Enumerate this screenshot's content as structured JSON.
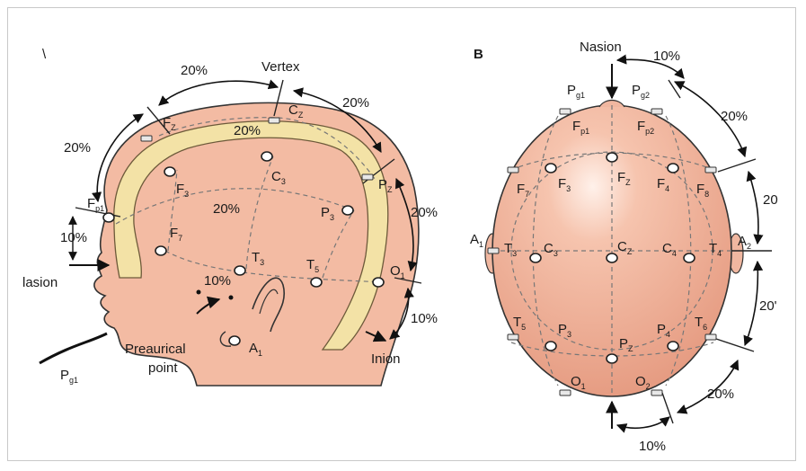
{
  "figure": {
    "panel_a_label": "\\",
    "panel_b_label": "B"
  },
  "side_view": {
    "landmarks": {
      "vertex": "Vertex",
      "nasion_partial": "lasion",
      "inion": "Inion",
      "preauricular_line1": "Preaurical",
      "preauricular_line2": "point"
    },
    "percentages": {
      "top": "20%",
      "upper_left": "20%",
      "upper_right": "20%",
      "right_mid": "20%",
      "inner_top": "20%",
      "inner_mid": "20%",
      "left_low": "10%",
      "ear": "10%",
      "right_low": "10%"
    },
    "electrodes": [
      {
        "id": "fz",
        "main": "F",
        "sub": "Z"
      },
      {
        "id": "cz",
        "main": "C",
        "sub": "Z"
      },
      {
        "id": "pz",
        "main": "P",
        "sub": "Z"
      },
      {
        "id": "fp1",
        "main": "F",
        "sub": "p1"
      },
      {
        "id": "f3",
        "main": "F",
        "sub": "3"
      },
      {
        "id": "c3",
        "main": "C",
        "sub": "3"
      },
      {
        "id": "p3",
        "main": "P",
        "sub": "3"
      },
      {
        "id": "f7",
        "main": "F",
        "sub": "7"
      },
      {
        "id": "t3",
        "main": "T",
        "sub": "3"
      },
      {
        "id": "t5",
        "main": "T",
        "sub": "5"
      },
      {
        "id": "o1",
        "main": "O",
        "sub": "1"
      },
      {
        "id": "a1",
        "main": "A",
        "sub": "1"
      },
      {
        "id": "pg1",
        "main": "P",
        "sub": "g1"
      }
    ]
  },
  "top_view": {
    "landmarks": {
      "nasion_partial": "Nasion"
    },
    "percentages": {
      "top": "10%",
      "upper_right": "20%",
      "right_mid": "20",
      "right_low": "20'",
      "bottom_right": "20%",
      "bottom": "10%"
    },
    "electrodes": [
      {
        "id": "pg1",
        "main": "P",
        "sub": "g1"
      },
      {
        "id": "pg2",
        "main": "P",
        "sub": "g2"
      },
      {
        "id": "fp1",
        "main": "F",
        "sub": "p1"
      },
      {
        "id": "fp2",
        "main": "F",
        "sub": "p2"
      },
      {
        "id": "f7",
        "main": "F",
        "sub": "7"
      },
      {
        "id": "f3",
        "main": "F",
        "sub": "3"
      },
      {
        "id": "fz",
        "main": "F",
        "sub": "Z"
      },
      {
        "id": "f4",
        "main": "F",
        "sub": "4"
      },
      {
        "id": "f8",
        "main": "F",
        "sub": "8"
      },
      {
        "id": "a1",
        "main": "A",
        "sub": "1"
      },
      {
        "id": "t3",
        "main": "T",
        "sub": "3"
      },
      {
        "id": "c3",
        "main": "C",
        "sub": "3"
      },
      {
        "id": "cz",
        "main": "C",
        "sub": "Z"
      },
      {
        "id": "c4",
        "main": "C",
        "sub": "4"
      },
      {
        "id": "t4",
        "main": "T",
        "sub": "4"
      },
      {
        "id": "a2",
        "main": "A",
        "sub": "2"
      },
      {
        "id": "t5",
        "main": "T",
        "sub": "5"
      },
      {
        "id": "p3",
        "main": "P",
        "sub": "3"
      },
      {
        "id": "pz",
        "main": "P",
        "sub": "Z"
      },
      {
        "id": "p4",
        "main": "P",
        "sub": "4"
      },
      {
        "id": "t6",
        "main": "T",
        "sub": "6"
      },
      {
        "id": "o1",
        "main": "O",
        "sub": "1"
      },
      {
        "id": "o2",
        "main": "O",
        "sub": "2"
      }
    ]
  },
  "colors": {
    "skin": "#f2b9a1",
    "skin_dark": "#e09a80",
    "brain_band": "#f3e2a6",
    "outline": "#222222"
  }
}
